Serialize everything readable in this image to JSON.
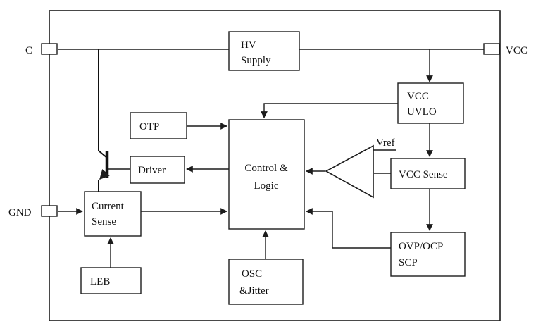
{
  "pins": {
    "c": {
      "label": "C"
    },
    "gnd": {
      "label": "GND"
    },
    "vcc": {
      "label": "VCC"
    }
  },
  "blocks": {
    "hv_supply": {
      "line1": "HV",
      "line2": "Supply"
    },
    "vcc_uvlo": {
      "line1": "VCC",
      "line2": "UVLO"
    },
    "otp": {
      "label": "OTP"
    },
    "driver": {
      "label": "Driver"
    },
    "control_logic": {
      "line1": "Control &",
      "line2": "Logic"
    },
    "vcc_sense": {
      "label": "VCC Sense"
    },
    "ovp_ocp_scp": {
      "line1": "OVP/OCP",
      "line2": "SCP"
    },
    "current_sense": {
      "line1": "Current",
      "line2": "Sense"
    },
    "leb": {
      "label": "LEB"
    },
    "osc_jitter": {
      "line1": "OSC",
      "line2": "&Jitter"
    },
    "vref": {
      "label": "Vref"
    }
  },
  "colors": {
    "line": "#1c1c1c",
    "background": "#ffffff",
    "text": "#111111"
  }
}
